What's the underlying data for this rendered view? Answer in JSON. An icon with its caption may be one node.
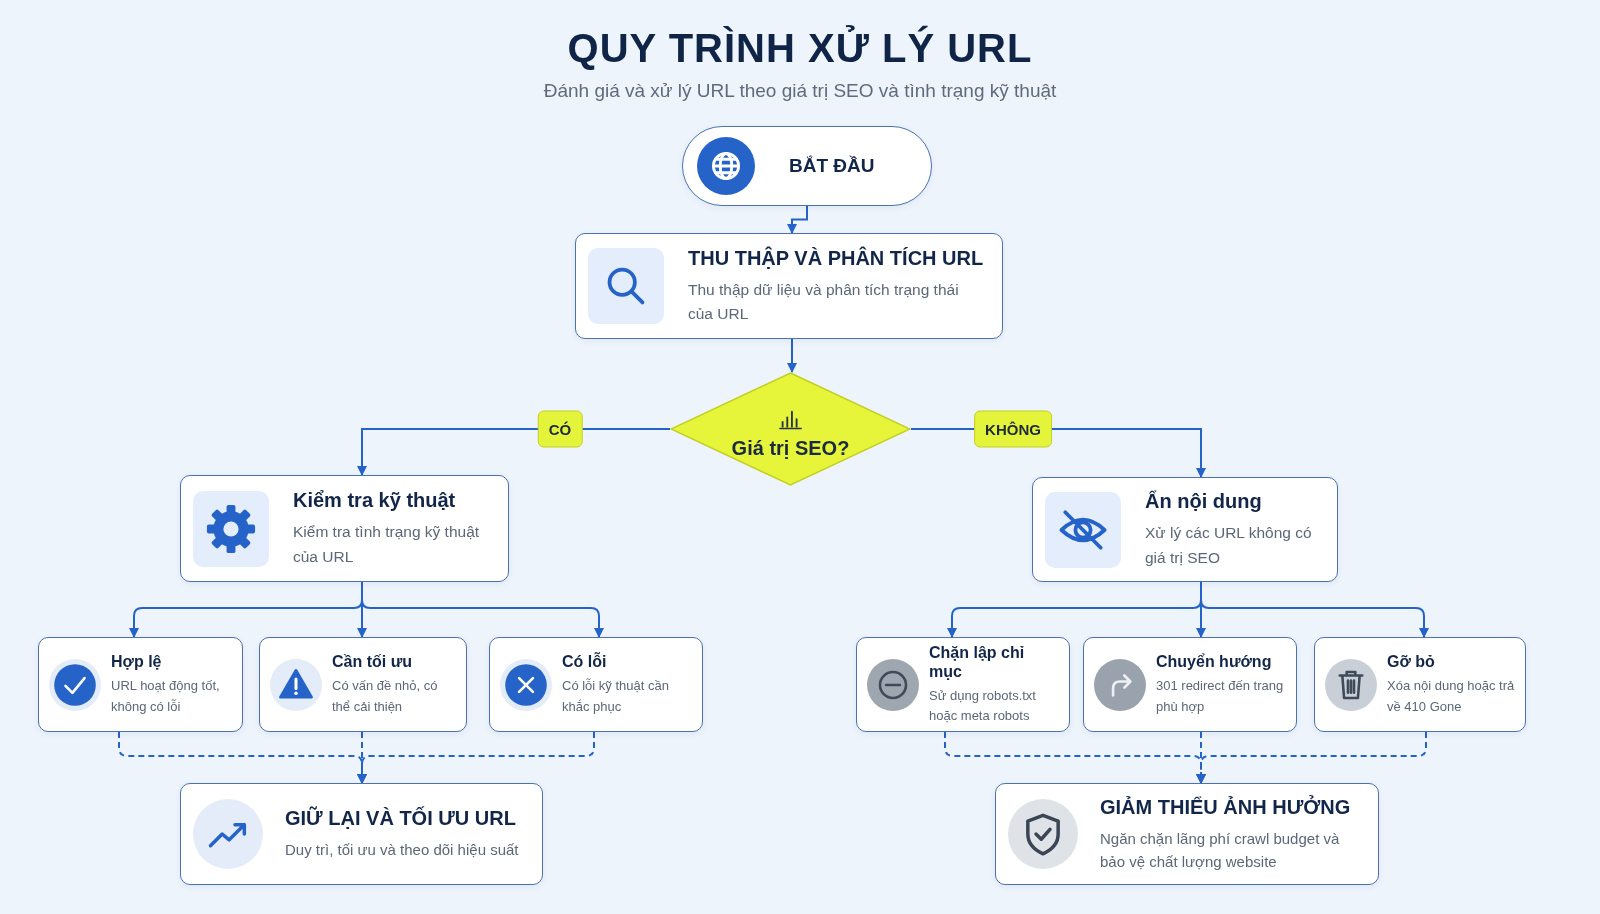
{
  "diagram": {
    "title": "QUY TRÌNH XỬ LÝ URL",
    "nodes": [
      {
        "text": [
          "BẮT ĐẦU"
        ]
      },
      {
        "text": [
          "THU THẬP VÀ PHÂN TÍCH URL",
          "Thu thập dữ liệu và phân tích trạng thái của URL"
        ]
      },
      {
        "text": [
          "Giá trị SEO?"
        ]
      },
      {
        "text": [
          "Kiểm tra kỹ thuật",
          "Kiểm tra tình trạng kỹ thuật của URL"
        ]
      },
      {
        "text": [
          "Ẩn nội dung",
          "Xử lý các URL không có giá trị SEO"
        ]
      },
      {
        "text": [
          "Hợp lệ",
          "URL hoạt động tốt, không có lỗi"
        ]
      },
      {
        "text": [
          "Cần tối ưu",
          "Có vấn đề nhỏ, có thể cải thiện"
        ]
      },
      {
        "text": [
          "Có lỗi",
          "Có lỗi kỹ thuật cần khắc phục"
        ]
      },
      {
        "text": [
          "Chặn lập chỉ mục",
          "Sử dụng robots.txt hoặc meta robots"
        ]
      },
      {
        "text": [
          "Chuyển hướng",
          "301 redirect đến trang phù hợp"
        ]
      },
      {
        "text": [
          "Gỡ bỏ",
          "Xóa nội dung hoặc trả về 410 Gone"
        ]
      },
      {
        "text": [
          "GIỮ LẠI VÀ TỐI ƯU URL",
          "Duy trì, tối ưu và theo dõi hiệu suất"
        ]
      },
      {
        "text": [
          "GIẢM THIỂU ẢNH HƯỞNG",
          "Ngăn chặn lãng phí crawl budget và bảo vệ chất lượng website"
        ]
      }
    ],
    "edges": [
      {
        "from": 0,
        "to": 1,
        "arrow": "to"
      },
      {
        "from": 1,
        "to": 2,
        "arrow": "to"
      },
      {
        "from": 2,
        "to": 3,
        "arrow": "to",
        "label": "CÓ"
      },
      {
        "from": 2,
        "to": 4,
        "arrow": "to",
        "label": "KHÔNG"
      },
      {
        "from": 3,
        "to": 5,
        "arrow": "to"
      },
      {
        "from": 3,
        "to": 6,
        "arrow": "to"
      },
      {
        "from": 3,
        "to": 7,
        "arrow": "to"
      },
      {
        "from": 4,
        "to": 8,
        "arrow": "to"
      },
      {
        "from": 4,
        "to": 9,
        "arrow": "to"
      },
      {
        "from": 4,
        "to": 10,
        "arrow": "to"
      },
      {
        "from": 5,
        "to": 11,
        "arrow": "to",
        "style": "dashed"
      },
      {
        "from": 6,
        "to": 11,
        "arrow": "to",
        "style": "dashed"
      },
      {
        "from": 7,
        "to": 11,
        "arrow": "to",
        "style": "dashed"
      },
      {
        "from": 8,
        "to": 12,
        "arrow": "to",
        "style": "dashed"
      },
      {
        "from": 9,
        "to": 12,
        "arrow": "to",
        "style": "dashed"
      },
      {
        "from": 10,
        "to": 12,
        "arrow": "to",
        "style": "dashed"
      }
    ],
    "labels": [
      "Đánh giá và xử lý URL theo giá trị SEO và tình trạng kỹ thuật"
    ]
  }
}
